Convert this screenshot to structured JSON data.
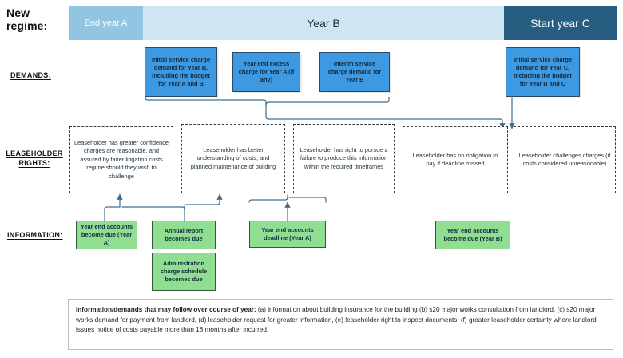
{
  "regime": {
    "label_line1": "New",
    "label_line2": "regime:"
  },
  "timeline": {
    "end_year_a": "End year A",
    "year_b": "Year B",
    "start_year_c": "Start year C",
    "color_end_a": "#92c5e2",
    "color_year_b": "#cfe5f2",
    "color_start_c": "#275d80"
  },
  "rows": {
    "demands_label": "DEMANDS:",
    "rights_label_line1": "LEASEHOLDER",
    "rights_label_line2": "RIGHTS:",
    "information_label": "INFORMATION:"
  },
  "demands": [
    {
      "text": "Initial service charge demand for Year B, including the budget for Year A and B"
    },
    {
      "text": "Year end excess charge for Year A (if any)"
    },
    {
      "text": "Interim service charge demand for Year B"
    },
    {
      "text": "Initial service charge demand for Year C, including the budget for Year B and C"
    }
  ],
  "rights": [
    {
      "text": "Leaseholder has greater confidence charges are reasonable, and assured by fairer litigation costs regime should they wish to challenge"
    },
    {
      "text": "Leaseholder has better understanding of costs, and planned maintenance of building"
    },
    {
      "text": "Leaseholder has right to pursue a failure to produce this information within the required timeframes"
    },
    {
      "text": "Leaseholder has no obligation to pay if deadline missed"
    },
    {
      "text": "Leaseholder challenges charges (if costs considered unreasonable)"
    }
  ],
  "information": [
    {
      "text": "Year end accounts become due (Year A)"
    },
    {
      "text": "Annual report becomes due"
    },
    {
      "text": "Administration charge schedule becomes due"
    },
    {
      "text": "Year end accounts deadline (Year A)"
    },
    {
      "text": "Year end accounts become due (Year B)"
    }
  ],
  "footnote": {
    "heading": "Information/demands that may follow over course of year:",
    "body": " (a) information about building insurance for the building (b) s20 major works consultation from landlord, (c) s20 major works demand for payment from landlord, (d) leaseholder request for greater information, (e) leaseholder right to inspect documents, (f) greater leaseholder certainty where landlord issues notice of costs payable more than 18 months after incurred."
  },
  "colors": {
    "blue_box": "#3d9ae2",
    "green_box": "#90de92",
    "connector": "#3b6f90",
    "dashed_border": "#3a3a3a"
  }
}
